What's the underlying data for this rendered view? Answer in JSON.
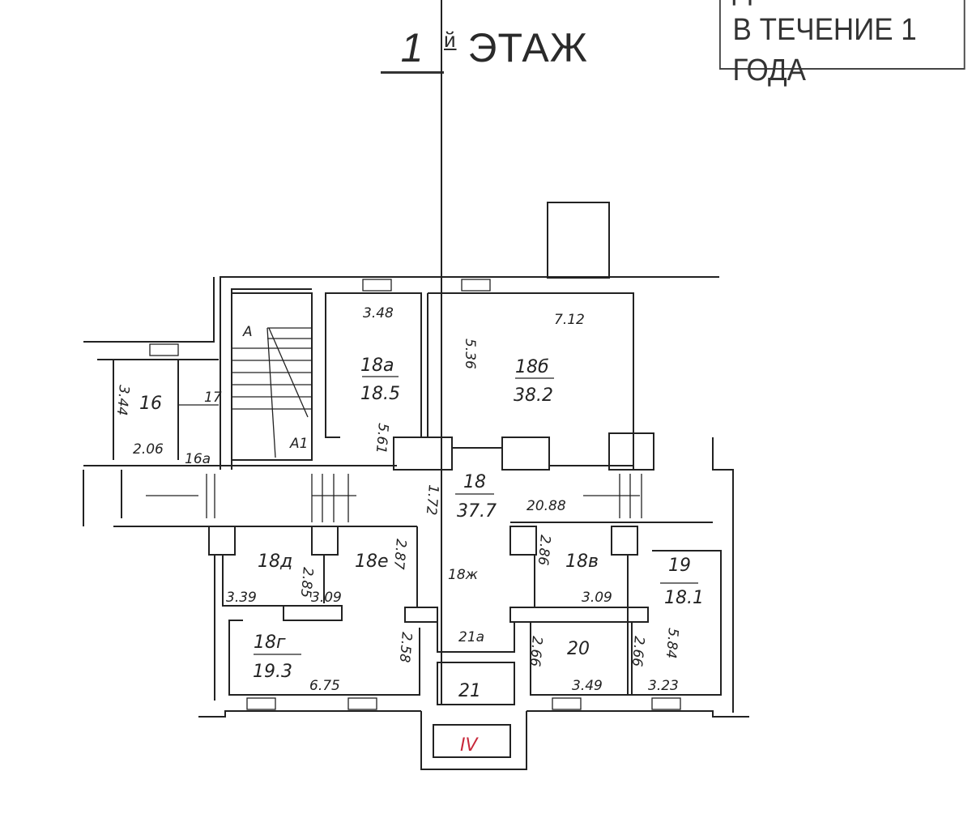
{
  "header": {
    "floor_number": "1",
    "floor_suffix": "й",
    "floor_word": "ЭТАЖ"
  },
  "stamp": {
    "line1": "ДЕЙСТВИТЕЛЬНО",
    "line2": "В ТЕЧЕНИЕ 1 ГОДА"
  },
  "plan": {
    "rooms": [
      {
        "id": "16",
        "area": ""
      },
      {
        "id": "16а",
        "area": ""
      },
      {
        "id": "17",
        "area": ""
      },
      {
        "id": "18а",
        "area": "18.5"
      },
      {
        "id": "18б",
        "area": "38.2"
      },
      {
        "id": "18",
        "area": "37.7"
      },
      {
        "id": "18д",
        "area": ""
      },
      {
        "id": "18е",
        "area": ""
      },
      {
        "id": "18г",
        "area": "19.3"
      },
      {
        "id": "18ж",
        "area": ""
      },
      {
        "id": "18в",
        "area": ""
      },
      {
        "id": "19",
        "area": "18.1"
      },
      {
        "id": "20",
        "area": ""
      },
      {
        "id": "21а",
        "area": ""
      },
      {
        "id": "21",
        "area": ""
      },
      {
        "id": "IV",
        "area": ""
      }
    ],
    "room_labels": {
      "r16": "16",
      "r16a": "16а",
      "r17": "17",
      "r18a": "18а",
      "r18a_area": "18.5",
      "r18b": "18б",
      "r18b_area": "38.2",
      "r18": "18",
      "r18_area": "37.7",
      "r18d": "18д",
      "r18e": "18е",
      "r18g": "18г",
      "r18g_area": "19.3",
      "r18zh": "18ж",
      "r18v": "18в",
      "r19": "19",
      "r19_area": "18.1",
      "r20": "20",
      "r21a": "21а",
      "r21": "21",
      "rIV": "IV",
      "stair_a": "А",
      "stair_a1": "А1"
    },
    "dimensions": {
      "d1": "3.48",
      "d2": "7.12",
      "d3": "5.36",
      "d4": "5.61",
      "d5": "3.44",
      "d6": "2.06",
      "d7": "1.72",
      "d8": "20.88",
      "d9": "3.39",
      "d10": "2.85",
      "d11": "3.09",
      "d12": "2.87",
      "d13": "2.86",
      "d14": "3.09",
      "d15": "2.58",
      "d16": "6.75",
      "d17": "2.66",
      "d18": "3.49",
      "d19": "2.66",
      "d20": "5.84",
      "d21": "3.23"
    }
  }
}
